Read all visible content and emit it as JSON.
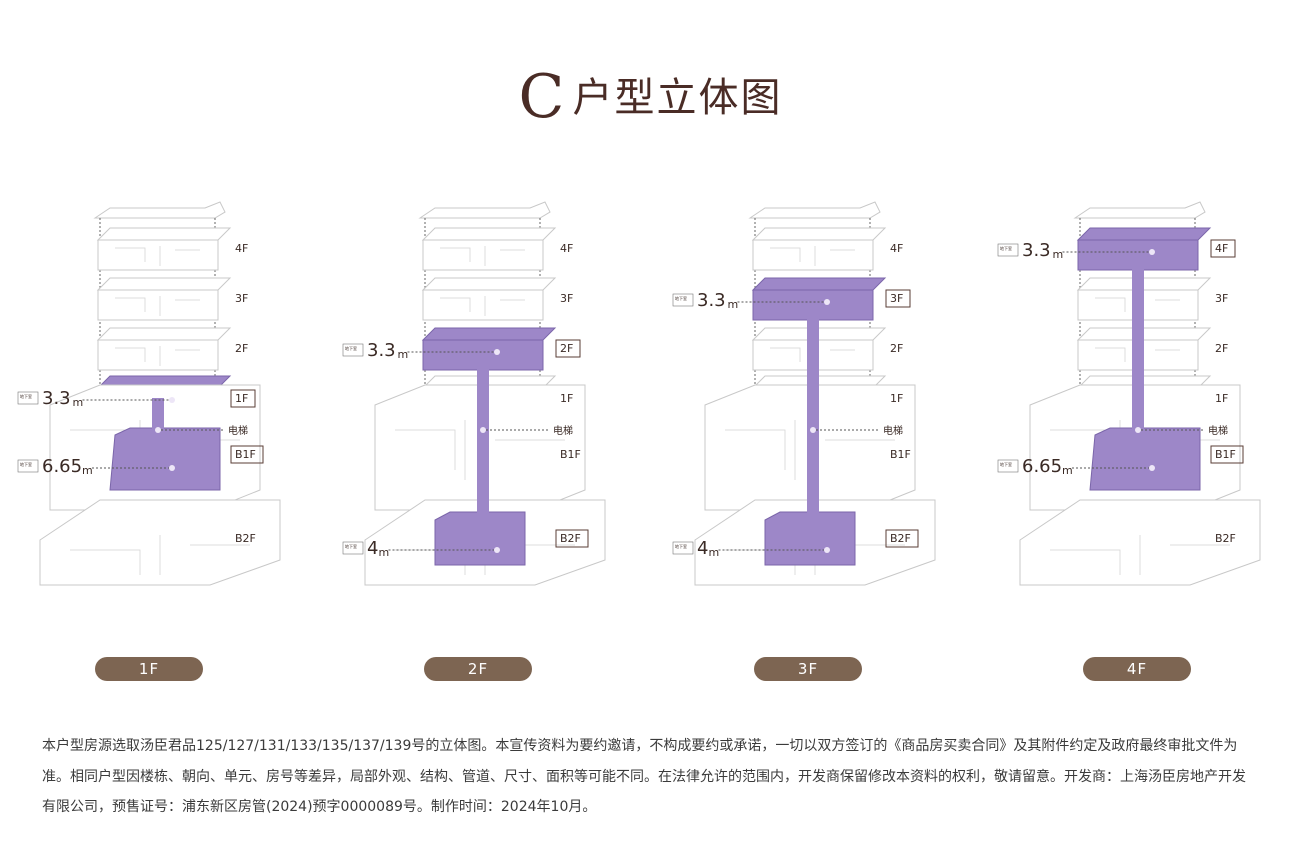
{
  "title": {
    "prefix": "C",
    "text": "户型立体图"
  },
  "colors": {
    "accent_purple": "#9d87c8",
    "pill_brown": "#7d6552",
    "title_brown": "#4a2c26"
  },
  "elevator_label": "电梯",
  "small_tag": "地下室层高",
  "diagrams": [
    {
      "label": "1F",
      "floors": {
        "f4": "4F",
        "f3": "3F",
        "f2": "2F",
        "f1": "1F",
        "b1": "B1F",
        "b2": "B2F"
      },
      "highlighted": [
        "1F",
        "B1F"
      ],
      "heights": {
        "main": "3.3",
        "main_unit": "m",
        "lower": "6.65",
        "lower_unit": "m"
      }
    },
    {
      "label": "2F",
      "floors": {
        "f4": "4F",
        "f3": "3F",
        "f2": "2F",
        "f1": "1F",
        "b1": "B1F",
        "b2": "B2F"
      },
      "highlighted": [
        "2F",
        "B2F"
      ],
      "heights": {
        "main": "3.3",
        "main_unit": "m",
        "lower": "4",
        "lower_unit": "m"
      }
    },
    {
      "label": "3F",
      "floors": {
        "f4": "4F",
        "f3": "3F",
        "f2": "2F",
        "f1": "1F",
        "b1": "B1F",
        "b2": "B2F"
      },
      "highlighted": [
        "3F",
        "B2F"
      ],
      "heights": {
        "main": "3.3",
        "main_unit": "m",
        "lower": "4",
        "lower_unit": "m"
      }
    },
    {
      "label": "4F",
      "floors": {
        "f4": "4F",
        "f3": "3F",
        "f2": "2F",
        "f1": "1F",
        "b1": "B1F",
        "b2": "B2F"
      },
      "highlighted": [
        "4F",
        "B1F"
      ],
      "heights": {
        "main": "3.3",
        "main_unit": "m",
        "lower": "6.65",
        "lower_unit": "m"
      }
    }
  ],
  "disclaimer": "本户型房源选取汤臣君品125/127/131/133/135/137/139号的立体图。本宣传资料为要约邀请，不构成要约或承诺，一切以双方签订的《商品房买卖合同》及其附件约定及政府最终审批文件为准。相同户型因楼栋、朝向、单元、房号等差异，局部外观、结构、管道、尺寸、面积等可能不同。在法律允许的范围内，开发商保留修改本资料的权利，敬请留意。开发商：上海汤臣房地产开发有限公司，预售证号：浦东新区房管(2024)预字0000089号。制作时间：2024年10月。"
}
